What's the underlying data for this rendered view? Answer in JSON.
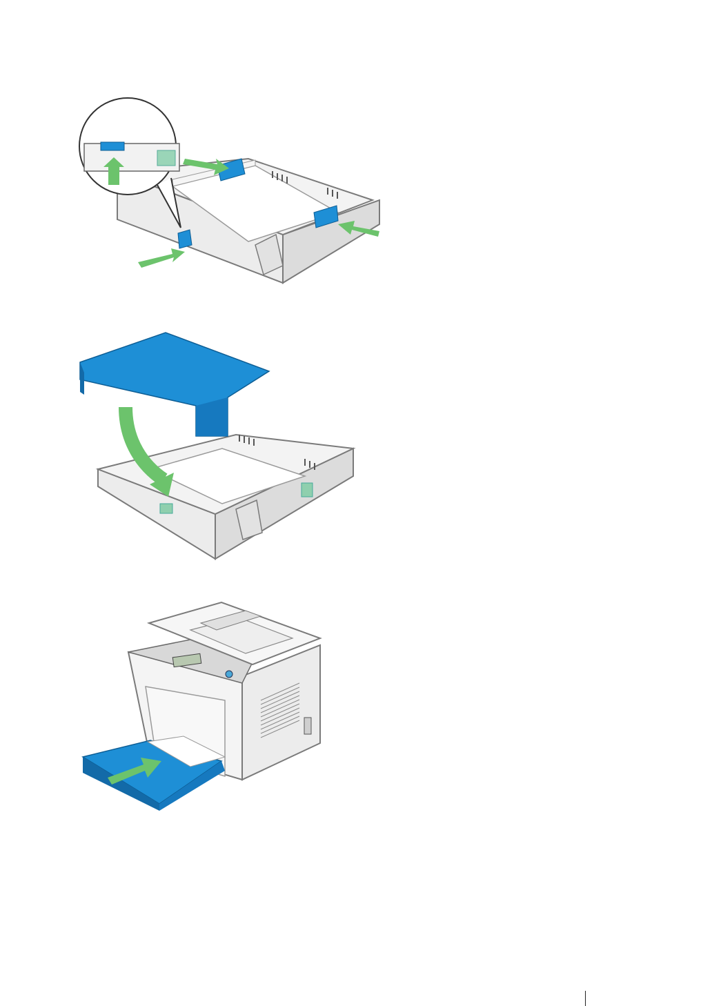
{
  "page": {
    "figures": [
      {
        "icon": "paper-tray-guides-illustration"
      },
      {
        "icon": "paper-tray-cover-illustration"
      },
      {
        "icon": "printer-insert-tray-illustration"
      }
    ]
  },
  "colors": {
    "arrow": "#6cc36c",
    "accent_blue": "#1e8fd6",
    "tray_gray": "#e9e9e9",
    "outline": "#7a7a7a"
  }
}
